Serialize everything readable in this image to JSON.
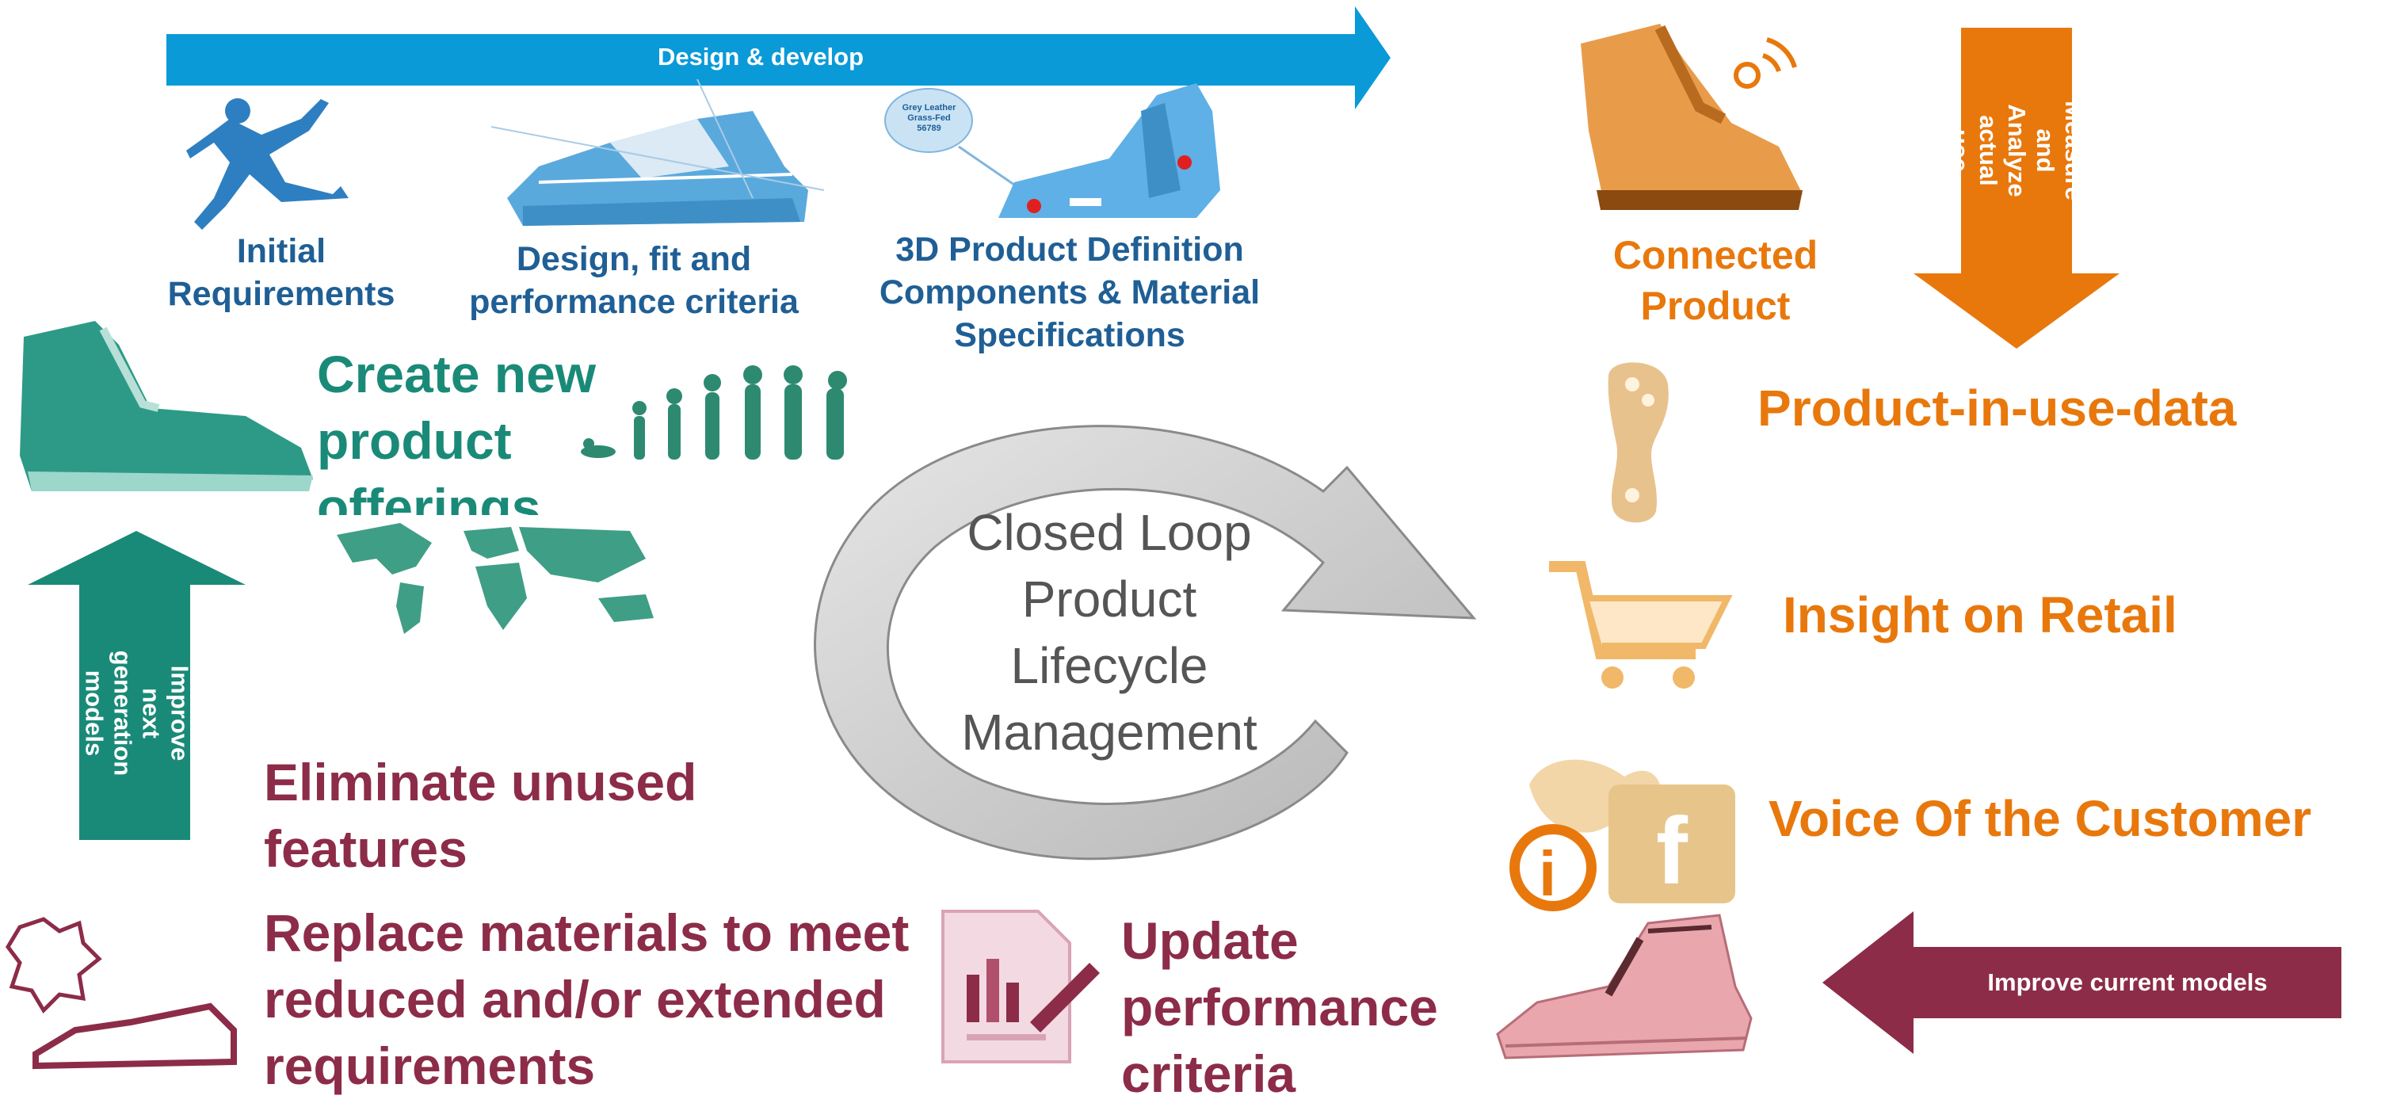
{
  "top_arrow": {
    "label": "Design & develop",
    "color": "#0a9ad8"
  },
  "stages": {
    "initial": "Initial\nRequirements",
    "design_fit": "Design, fit and\nperformance criteria",
    "product_def": "3D Product Definition\nComponents & Material\nSpecifications",
    "callout": "Grey Leather\nGrass-Fed\n56789"
  },
  "left": {
    "create_new": "Create new\nproduct\nofferings",
    "improve_next": "Improve next\ngeneration\nmodels",
    "eliminate": "Eliminate unused\nfeatures",
    "replace": "Replace materials to meet\nreduced and/or extended\nrequirements",
    "update": "Update\nperformance\ncriteria"
  },
  "center": {
    "label": "Closed Loop\nProduct\nLifecycle\nManagement"
  },
  "right": {
    "connected": "Connected\nProduct",
    "measure": "Measure and\nAnalyze actual\nuse",
    "in_use": "Product-in-use-data",
    "retail": "Insight on Retail",
    "voice": "Voice Of the Customer",
    "improve_current": "Improve current models"
  },
  "colors": {
    "blue": "#0a9ad8",
    "teal": "#1a8a78",
    "orange": "#e8780c",
    "maroon": "#8c2c48",
    "loop_gray": "#c8c8c8"
  },
  "icons": [
    "runner-icon",
    "shoe-wireframe-icon",
    "shoe-3d-icon",
    "teal-shoe-icon",
    "evolution-icon",
    "world-map-icon",
    "connected-shoe-icon",
    "footprint-icon",
    "shopping-cart-icon",
    "social-icon",
    "pink-shoe-icon",
    "leather-icon",
    "report-icon"
  ]
}
